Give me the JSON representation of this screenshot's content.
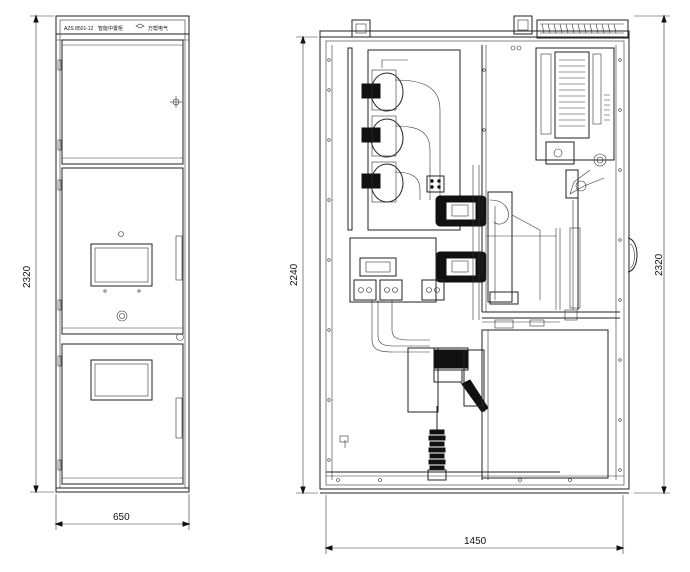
{
  "front_view": {
    "model_label": "AZS 8501-12",
    "function_label": "智能中置柜",
    "brand_label": "万帮电气",
    "dim_height": "2320",
    "dim_width": "650"
  },
  "side_view": {
    "dim_internal_height": "2240",
    "dim_height_right": "2320",
    "dim_depth": "1450"
  }
}
